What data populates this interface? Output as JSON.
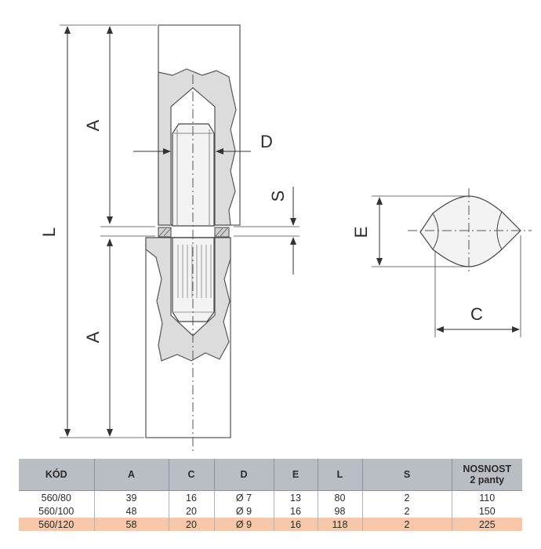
{
  "dimensions": {
    "L": "L",
    "A_upper": "A",
    "A_lower": "A",
    "D": "D",
    "S": "S",
    "E": "E",
    "C": "C"
  },
  "table": {
    "headers": {
      "kod": "KÓD",
      "a": "A",
      "c": "C",
      "d": "D",
      "e": "E",
      "l": "L",
      "s": "S",
      "nosnost_line1": "NOSNOST",
      "nosnost_line2": "2 panty"
    },
    "rows": [
      {
        "kod": "560/80",
        "a": "39",
        "c": "16",
        "d": "Ø 7",
        "e": "13",
        "l": "80",
        "s": "2",
        "nosnost": "110"
      },
      {
        "kod": "560/100",
        "a": "48",
        "c": "20",
        "d": "Ø 9",
        "e": "16",
        "l": "98",
        "s": "2",
        "nosnost": "150"
      },
      {
        "kod": "560/120",
        "a": "58",
        "c": "20",
        "d": "Ø 9",
        "e": "16",
        "l": "118",
        "s": "2",
        "nosnost": "225"
      }
    ],
    "highlighted_row": 2
  },
  "colors": {
    "header_bg": "#b9bec5",
    "highlight_bg": "#f6c7a8",
    "wood_cut": "#dcdcdc",
    "line": "#3a3a3a"
  }
}
